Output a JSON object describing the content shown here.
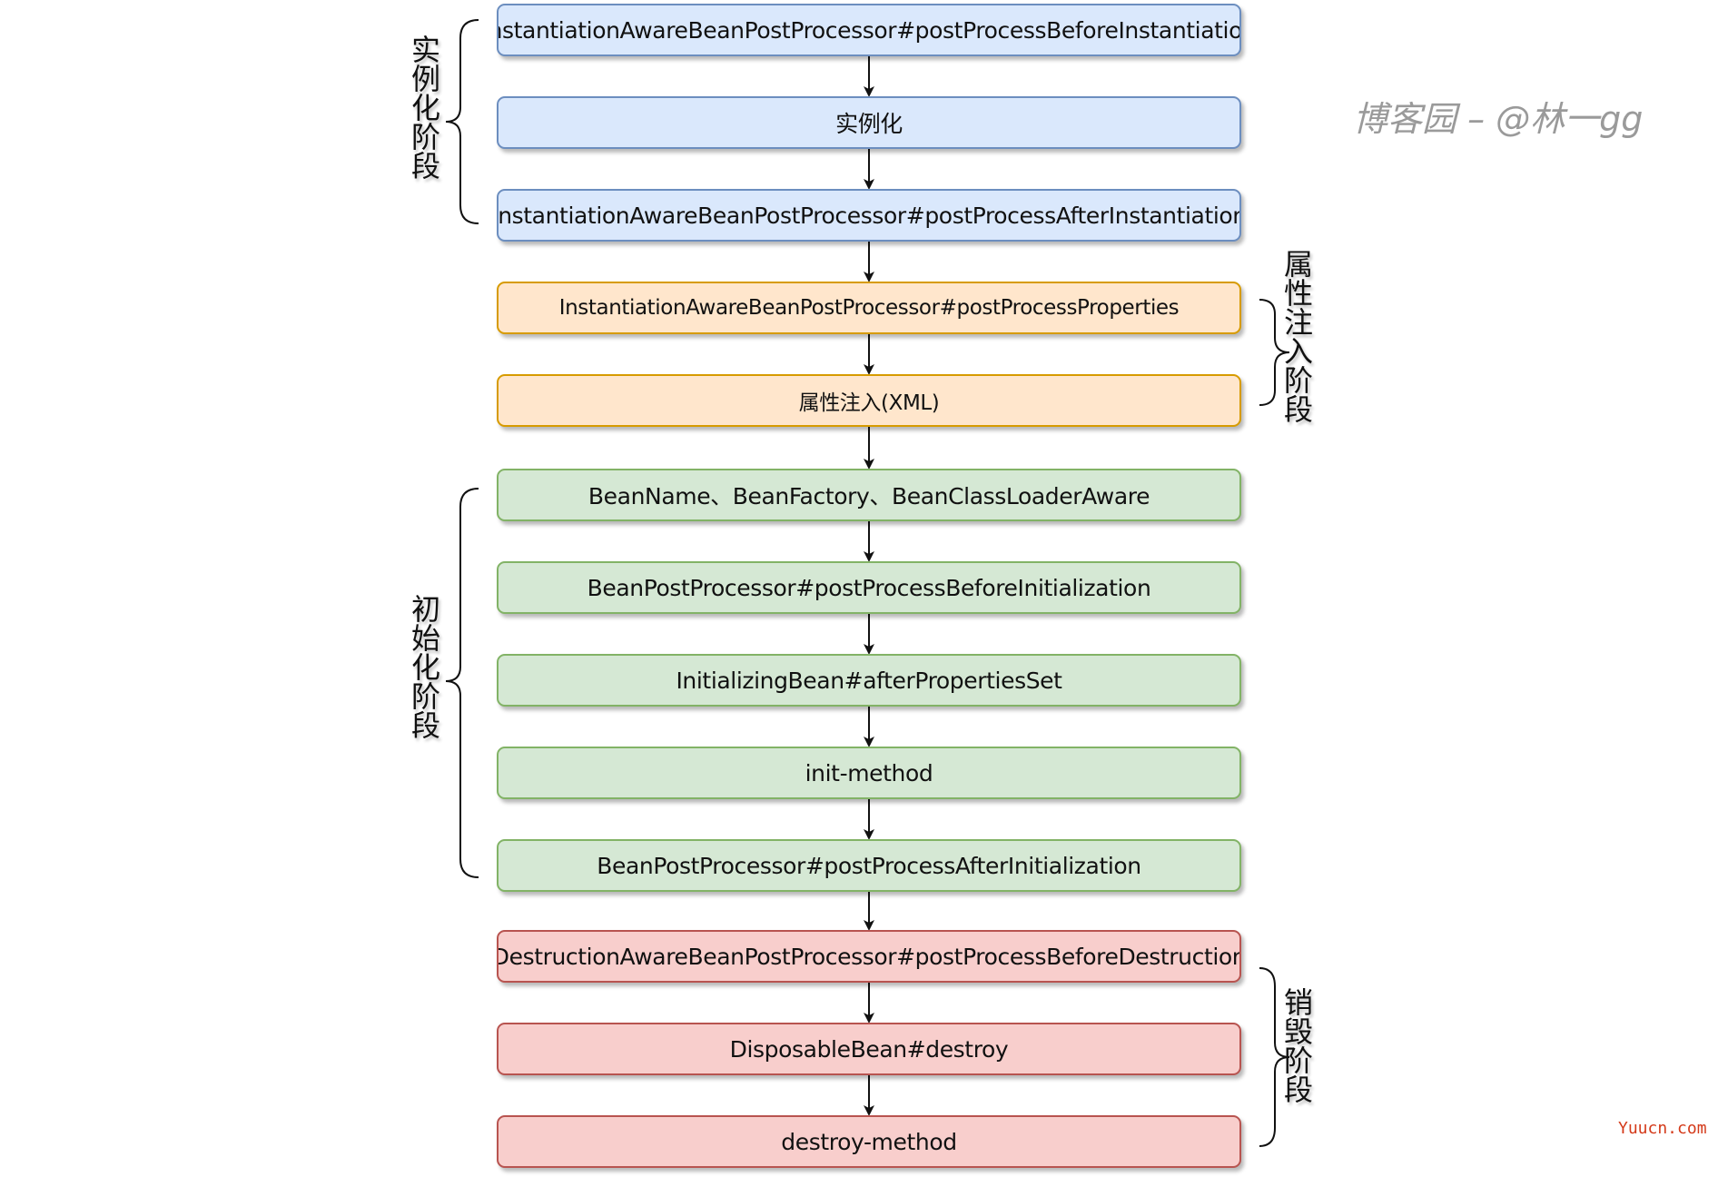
{
  "diagram": {
    "steps": [
      {
        "label": "InstantiationAwareBeanPostProcessor#postProcessBeforeInstantiation",
        "phase": "instantiation",
        "fill": "#dae8fc",
        "stroke": "#6c8ebf"
      },
      {
        "label": "实例化",
        "phase": "instantiation",
        "fill": "#dae8fc",
        "stroke": "#6c8ebf"
      },
      {
        "label": "InstantiationAwareBeanPostProcessor#postProcessAfterInstantiation",
        "phase": "instantiation",
        "fill": "#dae8fc",
        "stroke": "#6c8ebf"
      },
      {
        "label": "InstantiationAwareBeanPostProcessor#postProcessProperties",
        "phase": "property-injection",
        "fill": "#ffe6cc",
        "stroke": "#d79b00"
      },
      {
        "label": "属性注入(XML)",
        "phase": "property-injection",
        "fill": "#ffe6cc",
        "stroke": "#d79b00"
      },
      {
        "label": "BeanName、BeanFactory、BeanClassLoaderAware",
        "phase": "initialization",
        "fill": "#d5e8d4",
        "stroke": "#82b366"
      },
      {
        "label": "BeanPostProcessor#postProcessBeforeInitialization",
        "phase": "initialization",
        "fill": "#d5e8d4",
        "stroke": "#82b366"
      },
      {
        "label": "InitializingBean#afterPropertiesSet",
        "phase": "initialization",
        "fill": "#d5e8d4",
        "stroke": "#82b366"
      },
      {
        "label": "init-method",
        "phase": "initialization",
        "fill": "#d5e8d4",
        "stroke": "#82b366"
      },
      {
        "label": "BeanPostProcessor#postProcessAfterInitialization",
        "phase": "initialization",
        "fill": "#d5e8d4",
        "stroke": "#82b366"
      },
      {
        "label": "DestructionAwareBeanPostProcessor#postProcessBeforeDestruction",
        "phase": "destruction",
        "fill": "#f8cecc",
        "stroke": "#b85450"
      },
      {
        "label": "DisposableBean#destroy",
        "phase": "destruction",
        "fill": "#f8cecc",
        "stroke": "#b85450"
      },
      {
        "label": "destroy-method",
        "phase": "destruction",
        "fill": "#f8cecc",
        "stroke": "#b85450"
      }
    ],
    "phases": {
      "instantiation": "实例化阶段",
      "property_injection": "属性注入阶段",
      "initialization": "初始化阶段",
      "destruction": "销毁阶段"
    },
    "arrow_color": "#111111"
  },
  "watermark": "博客园 – @林一gg",
  "corner_mark": "Yuucn.com"
}
